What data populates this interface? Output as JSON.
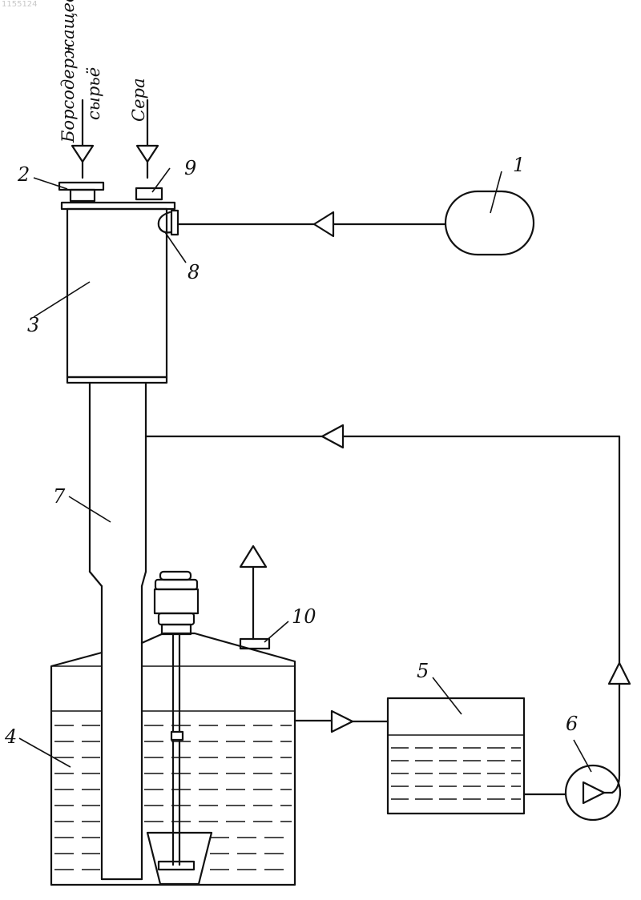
{
  "doc_code": "1155124",
  "inputs": {
    "boron_feed_line1": "Борсодержащее",
    "boron_feed_line2": "сырьё",
    "sulfur": "Сера"
  },
  "labels": {
    "n1": "1",
    "n2": "2",
    "n3": "3",
    "n4": "4",
    "n5": "5",
    "n6": "6",
    "n7": "7",
    "n8": "8",
    "n9": "9",
    "n10": "10"
  }
}
